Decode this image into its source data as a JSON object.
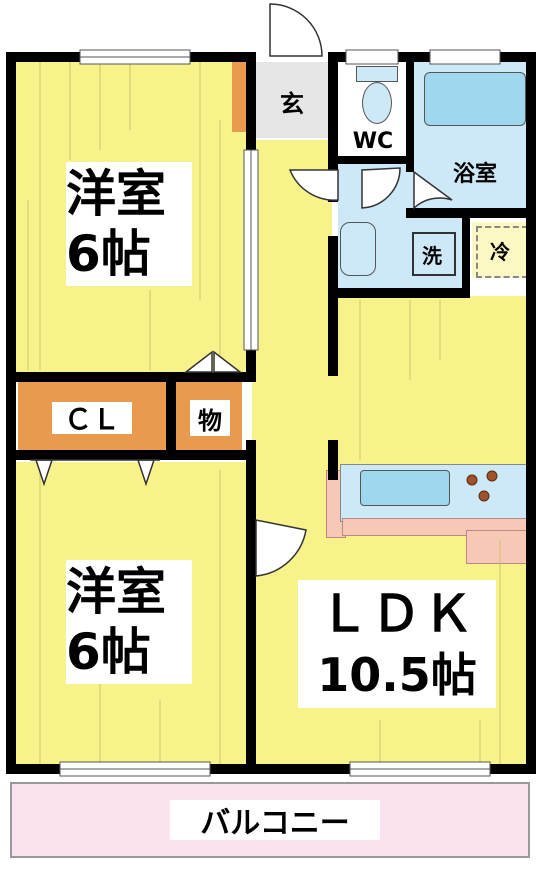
{
  "rooms": {
    "western_top": {
      "name": "洋室",
      "size": "6帖"
    },
    "western_bottom": {
      "name": "洋室",
      "size": "6帖"
    },
    "ldk": {
      "name": "ＬＤＫ",
      "size": "10.5帖"
    },
    "entrance": "玄",
    "toilet": "WC",
    "bath": "浴室",
    "washer": "洗",
    "fridge": "冷",
    "closet": "ＣＬ",
    "storage": "物",
    "balcony": "バルコニー"
  },
  "colors": {
    "room": "#f7f38a",
    "closet": "#e89a4e",
    "wet_area": "#cde8f6",
    "fixture": "#9fd7ee",
    "balcony": "#fbe2ef",
    "counter": "#f7c8b6",
    "wall": "#000000"
  }
}
